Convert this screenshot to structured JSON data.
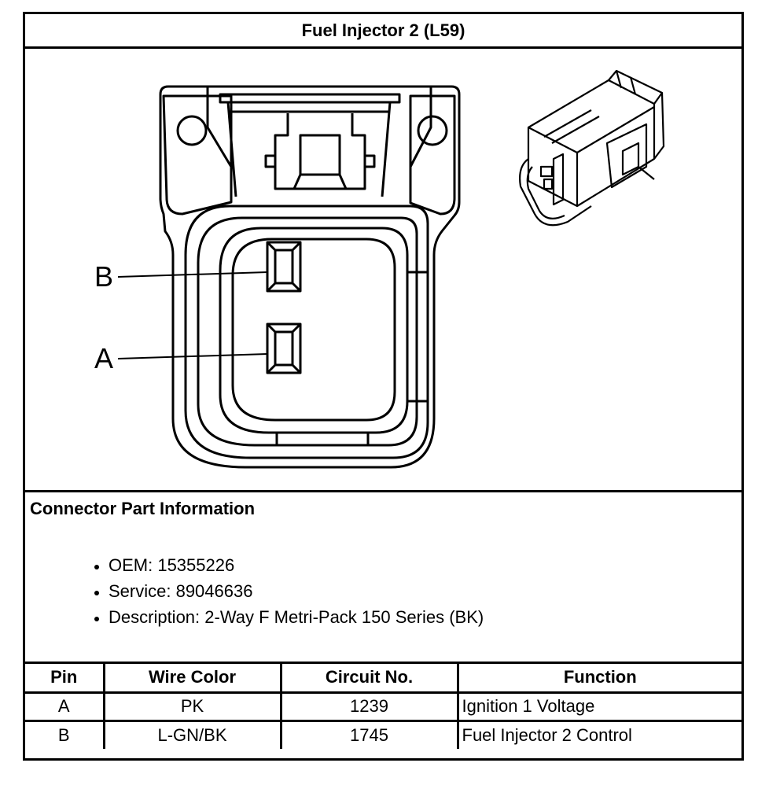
{
  "title": "Fuel Injector 2 (L59)",
  "diagram": {
    "pin_labels": [
      "B",
      "A"
    ]
  },
  "connector_info": {
    "heading": "Connector Part Information",
    "items": [
      "OEM: 15355226",
      "Service: 89046636",
      "Description: 2-Way F Metri-Pack 150 Series (BK)"
    ]
  },
  "pin_table": {
    "headers": [
      "Pin",
      "Wire Color",
      "Circuit No.",
      "Function"
    ],
    "rows": [
      [
        "A",
        "PK",
        "1239",
        "Ignition 1 Voltage"
      ],
      [
        "B",
        "L-GN/BK",
        "1745",
        "Fuel Injector 2 Control"
      ]
    ]
  }
}
